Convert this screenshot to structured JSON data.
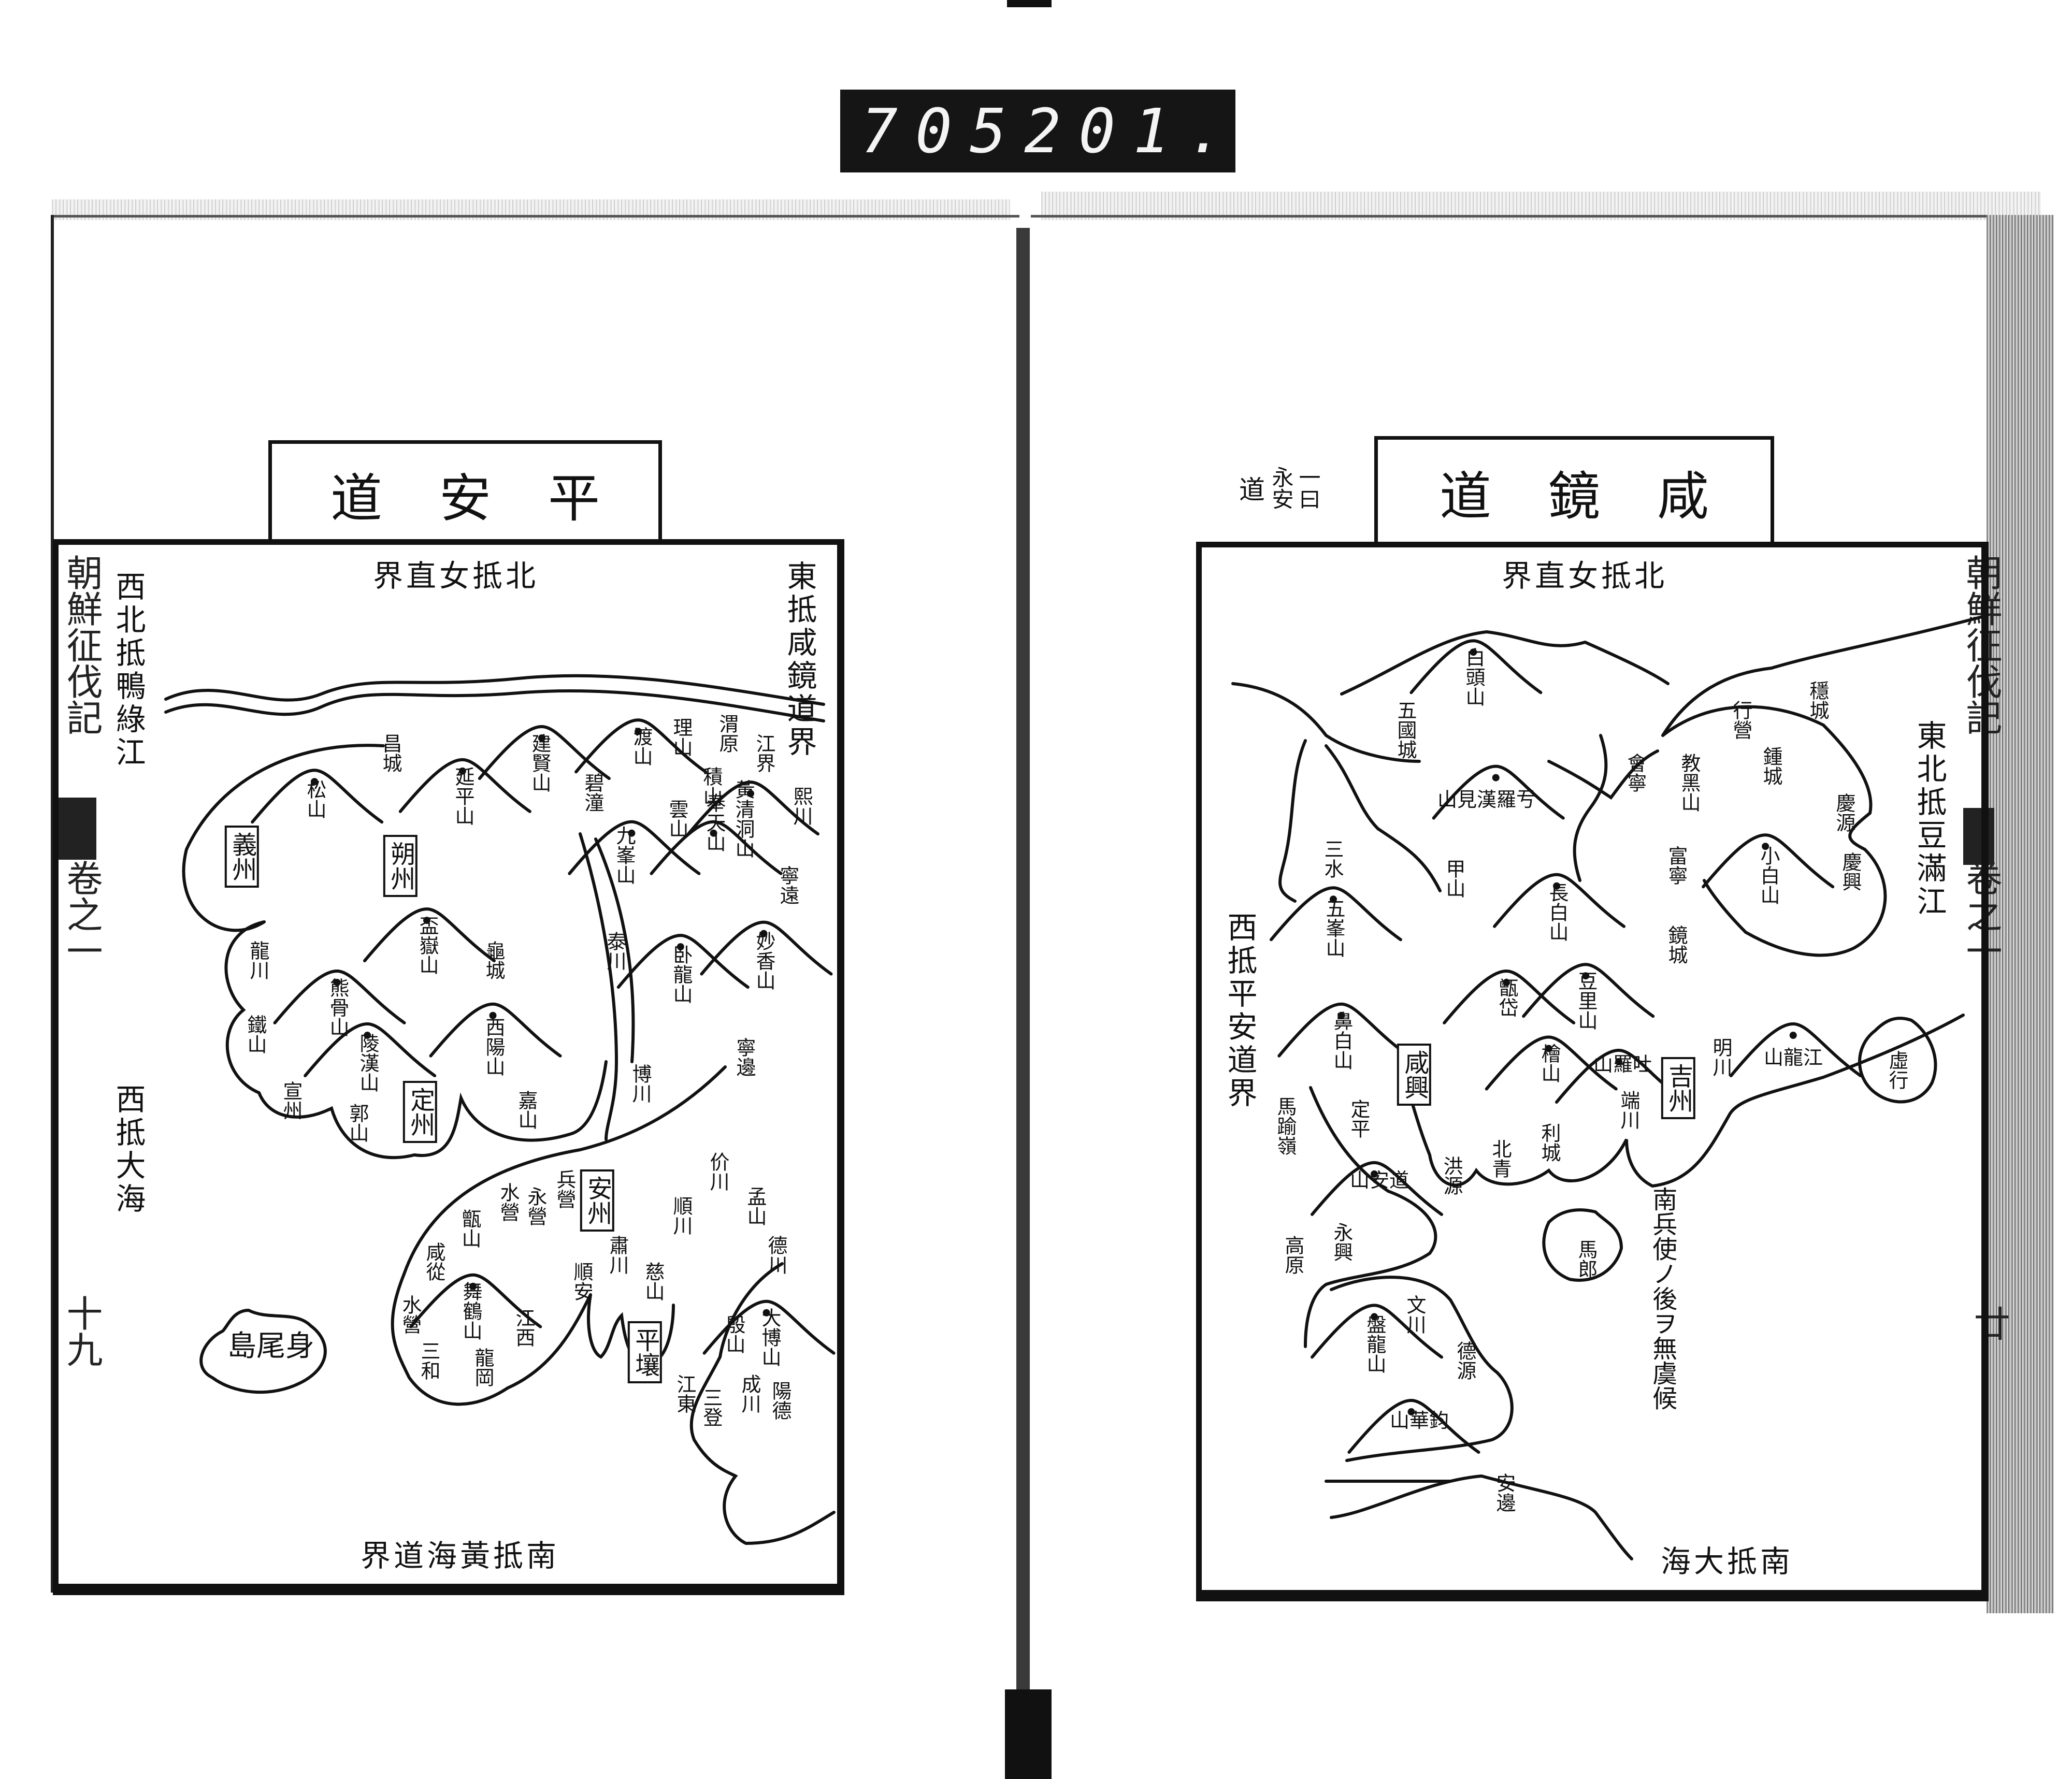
{
  "scan_counter": {
    "left": "705",
    "right": "201."
  },
  "left_page": {
    "margin": {
      "book_title": "朝鮮征伐記",
      "volume": "卷之一",
      "folio": "十九"
    },
    "title": "平安道",
    "map": {
      "borders": {
        "north": "北抵女直界",
        "northwest": "西北抵鴨綠江",
        "east": "東抵咸鏡道界",
        "west": "西抵大海",
        "south": "南抵黃海道界"
      },
      "places": [
        {
          "label": "昌城"
        },
        {
          "label": "松山"
        },
        {
          "label": "義州",
          "boxed": true
        },
        {
          "label": "延平山"
        },
        {
          "label": "朔州",
          "boxed": true
        },
        {
          "label": "建賢山"
        },
        {
          "label": "碧潼"
        },
        {
          "label": "渡山"
        },
        {
          "label": "理山"
        },
        {
          "label": "渭原"
        },
        {
          "label": "江界"
        },
        {
          "label": "積山"
        },
        {
          "label": "熙川"
        },
        {
          "label": "雲山"
        },
        {
          "label": "奉天山"
        },
        {
          "label": "黃清洞山"
        },
        {
          "label": "九峯山"
        },
        {
          "label": "寧遠"
        },
        {
          "label": "妙香山"
        },
        {
          "label": "卧龍山"
        },
        {
          "label": "泰川"
        },
        {
          "label": "盃嶽山"
        },
        {
          "label": "龜城"
        },
        {
          "label": "龍川"
        },
        {
          "label": "熊骨山"
        },
        {
          "label": "鐵山"
        },
        {
          "label": "西陽山"
        },
        {
          "label": "陵漢山"
        },
        {
          "label": "宣州"
        },
        {
          "label": "郭山"
        },
        {
          "label": "定州",
          "boxed": true
        },
        {
          "label": "嘉山"
        },
        {
          "label": "博川"
        },
        {
          "label": "寧邊"
        },
        {
          "label": "价川"
        },
        {
          "label": "孟山"
        },
        {
          "label": "順川"
        },
        {
          "label": "安州",
          "boxed": true
        },
        {
          "label": "兵營"
        },
        {
          "label": "永營"
        },
        {
          "label": "水營"
        },
        {
          "label": "甑山"
        },
        {
          "label": "咸從"
        },
        {
          "label": "肅川"
        },
        {
          "label": "順安"
        },
        {
          "label": "慈山"
        },
        {
          "label": "德川"
        },
        {
          "label": "舞鶴山"
        },
        {
          "label": "水營"
        },
        {
          "label": "江西"
        },
        {
          "label": "三和"
        },
        {
          "label": "龍岡"
        },
        {
          "label": "平壤",
          "boxed": true
        },
        {
          "label": "殷山"
        },
        {
          "label": "大博山"
        },
        {
          "label": "成川"
        },
        {
          "label": "江東"
        },
        {
          "label": "三登"
        },
        {
          "label": "陽德"
        },
        {
          "label": "身尾島"
        }
      ]
    }
  },
  "right_page": {
    "margin": {
      "book_title": "朝鮮征伐記",
      "volume": "卷之一",
      "folio": "廿"
    },
    "title": "咸鏡道",
    "alt_name": {
      "prefix": "一曰",
      "name": "永安",
      "suffix": "道"
    },
    "map": {
      "borders": {
        "north": "北抵女直界",
        "northeast": "東北抵豆滿江",
        "west": "西抵平安道界",
        "south": "南抵大海"
      },
      "note": "南兵使ノ後ヲ無虞候",
      "places": [
        {
          "label": "白頭山"
        },
        {
          "label": "五國城"
        },
        {
          "label": "亐羅漢見山"
        },
        {
          "label": "三水"
        },
        {
          "label": "甲山"
        },
        {
          "label": "會寧"
        },
        {
          "label": "教黑山"
        },
        {
          "label": "行營"
        },
        {
          "label": "鍾城"
        },
        {
          "label": "穩城"
        },
        {
          "label": "慶源"
        },
        {
          "label": "富寧"
        },
        {
          "label": "小白山"
        },
        {
          "label": "慶興"
        },
        {
          "label": "長白山"
        },
        {
          "label": "鏡城"
        },
        {
          "label": "五峯山"
        },
        {
          "label": "甑岱"
        },
        {
          "label": "豆里山"
        },
        {
          "label": "明川"
        },
        {
          "label": "江龍山"
        },
        {
          "label": "鼻白山"
        },
        {
          "label": "咸興",
          "boxed": true
        },
        {
          "label": "檜山"
        },
        {
          "label": "吐羅山"
        },
        {
          "label": "吉州",
          "boxed": true
        },
        {
          "label": "端川"
        },
        {
          "label": "虛行"
        },
        {
          "label": "馬踰嶺"
        },
        {
          "label": "定平"
        },
        {
          "label": "道安山"
        },
        {
          "label": "洪源"
        },
        {
          "label": "北青"
        },
        {
          "label": "利城"
        },
        {
          "label": "永興"
        },
        {
          "label": "高原"
        },
        {
          "label": "馬郎"
        },
        {
          "label": "文川"
        },
        {
          "label": "盤龍山"
        },
        {
          "label": "德源"
        },
        {
          "label": "鈞華山"
        },
        {
          "label": "安邊"
        }
      ]
    }
  }
}
